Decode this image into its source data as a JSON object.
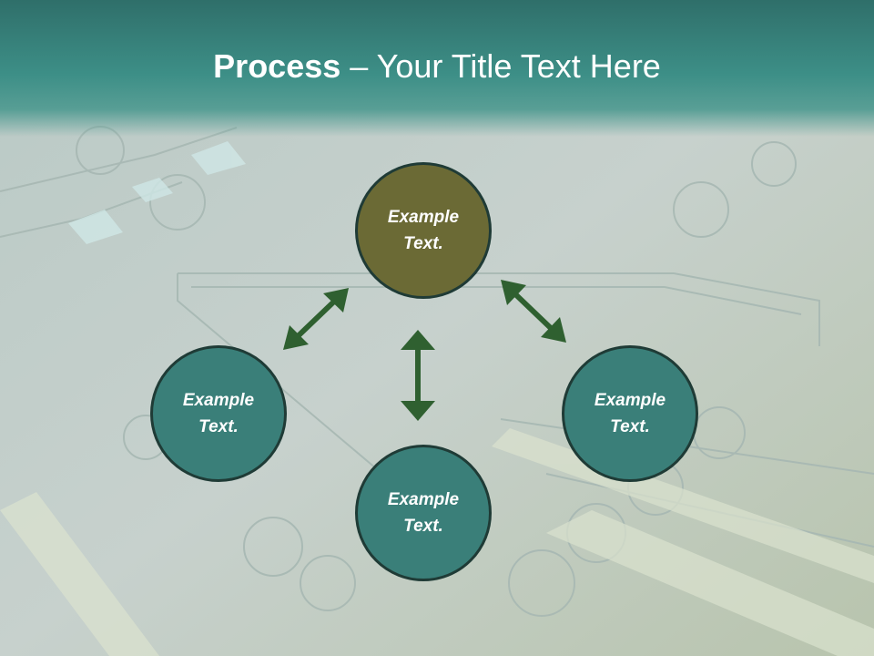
{
  "title": {
    "bold": "Process",
    "rest": " – Your Title Text Here"
  },
  "nodes": [
    {
      "label": "Example Text.",
      "color": "#6b6a35"
    },
    {
      "label": "Example Text.",
      "color": "#3a7f79"
    },
    {
      "label": "Example Text.",
      "color": "#3a7f79"
    },
    {
      "label": "Example Text.",
      "color": "#3a7f79"
    }
  ],
  "arrow_color": "#2f6030",
  "colors": {
    "header": "#3d8f87",
    "background": "#c9d3cf"
  }
}
